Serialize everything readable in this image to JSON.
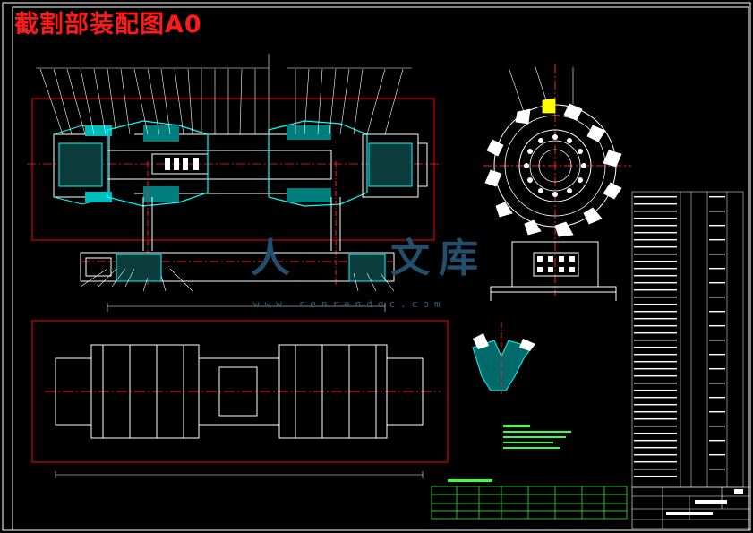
{
  "drawing": {
    "title": "截割部装配图A0"
  },
  "watermark": {
    "glyph_1": "人",
    "glyph_2": "文",
    "glyph_3": "库",
    "domain": "www.renrendoc.com"
  },
  "colors": {
    "background": "#000000",
    "frame": "#ffffff",
    "outline": "#ffffff",
    "section_fill": "#00ffff",
    "center_line": "#ff2020",
    "red_box": "#ff0000",
    "callout": "#ffffff",
    "title_red": "#ff1a1a",
    "table_green": "#33ff33",
    "highlight": "#ffff00"
  },
  "icons": [
    "cutting-drum-end-view",
    "shaft-assembly-section",
    "pick-cutter-detail"
  ]
}
